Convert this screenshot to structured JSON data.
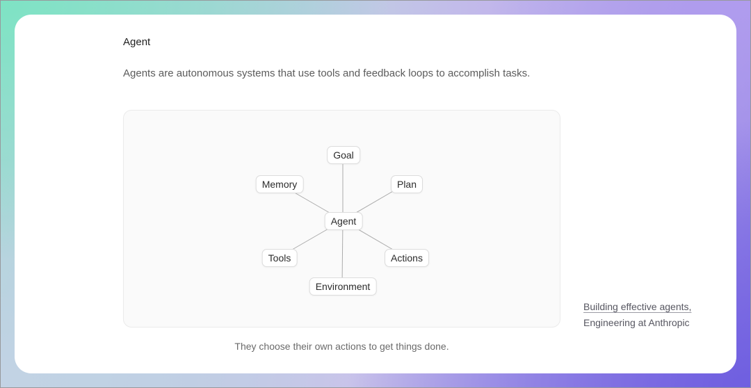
{
  "card": {
    "title": "Agent",
    "description": "Agents are autonomous systems that use tools and feedback loops to accomplish tasks.",
    "caption": "They choose their own actions to get things done.",
    "source": {
      "link_text": "Building effective agents,",
      "line2": "Engineering at Anthropic"
    }
  },
  "diagram": {
    "center_label": "Agent",
    "nodes": [
      {
        "id": "goal",
        "label": "Goal"
      },
      {
        "id": "memory",
        "label": "Memory"
      },
      {
        "id": "plan",
        "label": "Plan"
      },
      {
        "id": "tools",
        "label": "Tools"
      },
      {
        "id": "actions",
        "label": "Actions"
      },
      {
        "id": "environment",
        "label": "Environment"
      }
    ]
  },
  "colors": {
    "gradient_top_left": "#7ee3c4",
    "gradient_top_right": "#b09cee",
    "gradient_bottom_left": "#c3d3e5",
    "gradient_bottom_right": "#6f5fe0",
    "card_background": "#ffffff",
    "panel_background": "#fafafa",
    "panel_border": "#eaeaea",
    "node_border": "#dcdcdc",
    "edge_line": "#ababab",
    "title_text": "#1f1f1f",
    "body_text": "#5b5b5b",
    "caption_text": "#6a6a6a",
    "link_text": "#565660"
  }
}
